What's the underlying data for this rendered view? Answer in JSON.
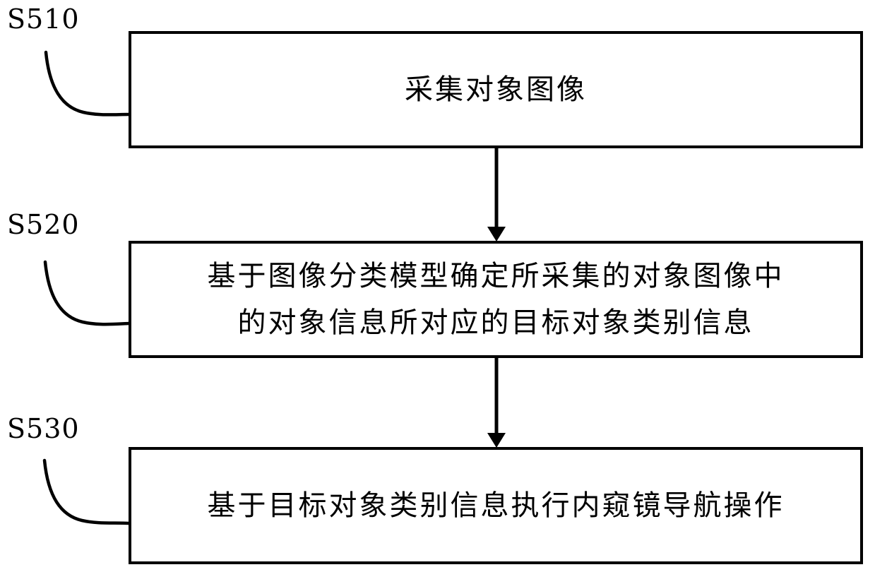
{
  "figure": {
    "type": "flowchart",
    "background_color": "#ffffff",
    "line_color": "#000000",
    "steps": [
      {
        "id": "S510",
        "lines": [
          "采集对象图像"
        ]
      },
      {
        "id": "S520",
        "lines": [
          "基于图像分类模型确定所采集的对象图像中",
          "的对象信息所对应的目标对象类别信息"
        ]
      },
      {
        "id": "S530",
        "lines": [
          "基于目标对象类别信息执行内窥镜导航操作"
        ]
      }
    ],
    "connections": [
      {
        "from": "S510",
        "to": "S520",
        "type": "arrow-down"
      },
      {
        "from": "S520",
        "to": "S530",
        "type": "arrow-down"
      }
    ]
  }
}
